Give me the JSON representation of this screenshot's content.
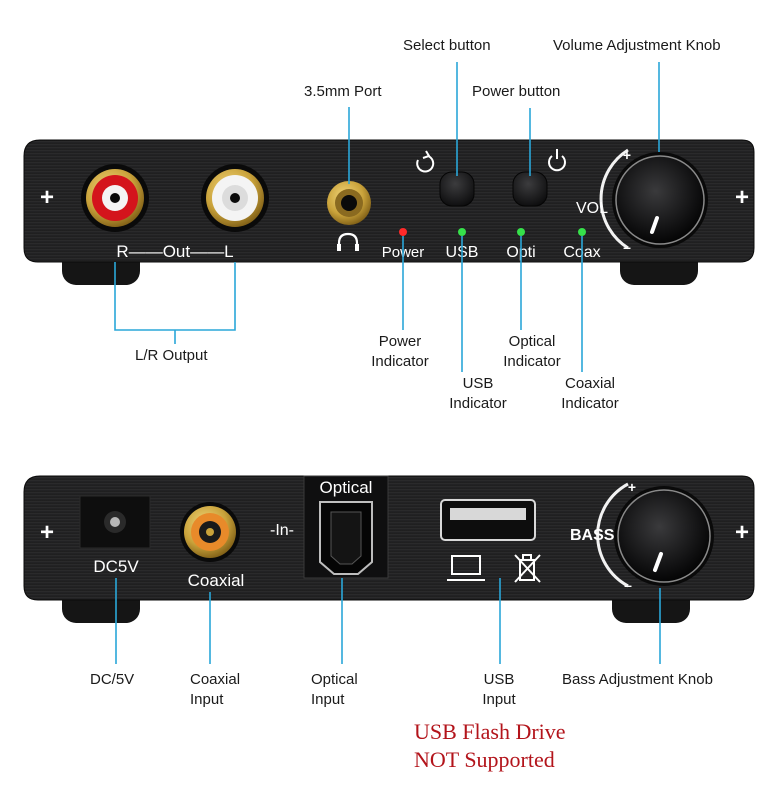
{
  "front_panel": {
    "out_label": "R——Out——L",
    "power_label": "Power",
    "usb_label": "USB",
    "opti_label": "Opti",
    "coax_label": "Coax",
    "vol_label": "VOL",
    "plus": "+",
    "minus": "–"
  },
  "rear_panel": {
    "dc_label": "DC5V",
    "coaxial_label": "Coaxial",
    "in_label": "-In-",
    "optical_label": "Optical",
    "bass_label": "BASS",
    "plus": "+",
    "minus": "–"
  },
  "callouts": {
    "select_button": "Select button",
    "volume_knob": "Volume Adjustment Knob",
    "port_35mm": "3.5mm Port",
    "power_button": "Power button",
    "lr_output": "L/R Output",
    "power_indicator": [
      "Power",
      "Indicator"
    ],
    "usb_indicator": [
      "USB",
      "Indicator"
    ],
    "optical_indicator": [
      "Optical",
      "Indicator"
    ],
    "coaxial_indicator": [
      "Coaxial",
      "Indicator"
    ],
    "dc5v": "DC/5V",
    "coaxial_input": [
      "Coaxial",
      "Input"
    ],
    "optical_input": [
      "Optical",
      "Input"
    ],
    "usb_input": [
      "USB",
      "Input"
    ],
    "bass_knob": "Bass Adjustment Knob"
  },
  "notice": {
    "line1": "USB Flash Drive",
    "line2": "NOT Supported"
  },
  "colors": {
    "leader_line": "#2aa7d8",
    "panel": "#1c1c1d",
    "led_red": "#ff2a2a",
    "led_green": "#36e04a",
    "rca_red": "#d4141c",
    "gold": "#c9a23a",
    "notice": "#b3141b"
  }
}
